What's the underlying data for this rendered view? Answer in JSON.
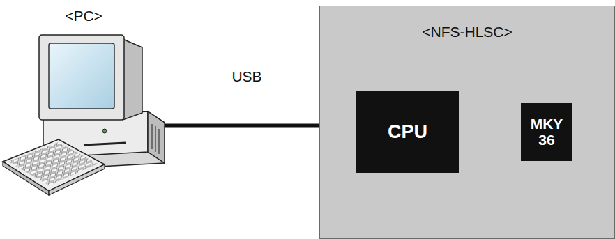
{
  "diagram": {
    "nodes": [
      {
        "text": [
          "<PC>"
        ]
      },
      {
        "text": [
          "<NFS-HLSC>"
        ]
      },
      {
        "text": [
          "CPU"
        ],
        "in": 1
      },
      {
        "text": [
          "MKY 36"
        ],
        "in": 1
      }
    ],
    "edges": [
      {
        "from": 0,
        "to": 1,
        "arrow": "none",
        "label": "USB"
      }
    ]
  }
}
